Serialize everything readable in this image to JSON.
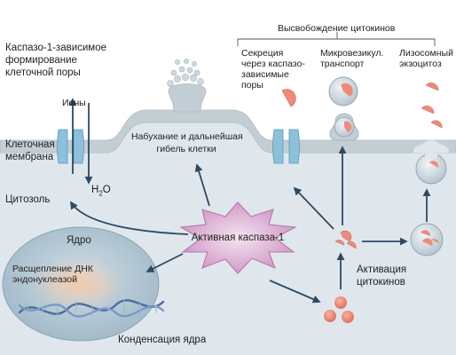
{
  "labels": {
    "cytokine_release": "Высвобождение цитокинов",
    "pore_formation_1": "Каспазо-1-зависимое",
    "pore_formation_2": "формирование",
    "pore_formation_3": "клеточной поры",
    "ions": "Ионы",
    "membrane_1": "Клеточная",
    "membrane_2": "мембрана",
    "cytosol": "Цитозоль",
    "water_h": "H",
    "water_2": "2",
    "water_o": "O",
    "swelling_1": "Набухание и дальнейшая",
    "swelling_2": "гибель клетки",
    "secretion_1": "Секреция",
    "secretion_2": "через каспазо-",
    "secretion_3": "зависимые",
    "secretion_4": "поры",
    "microvesicle_1": "Микровезикул.",
    "microvesicle_2": "транспорт",
    "lysosomal_1": "Лизосомный",
    "lysosomal_2": "экзоцитоз",
    "active_caspase": "Активная каспаза-1",
    "nucleus": "Ядро",
    "dna_cleavage_1": "Расщепление ДНК",
    "dna_cleavage_2": "эндонуклеазой",
    "nuclear_condensation": "Конденсация ядра",
    "cytokine_activation_1": "Активация",
    "cytokine_activation_2": "цитокинов"
  },
  "colors": {
    "cytosol": "#dfe7ed",
    "membrane": "#c3cdd4",
    "channel": "#8cc1dc",
    "caspase": "#d9a9cf",
    "nucleus": "#aec3d0",
    "cytokine": "#ee8a7a",
    "arrow": "#2f4a60"
  }
}
